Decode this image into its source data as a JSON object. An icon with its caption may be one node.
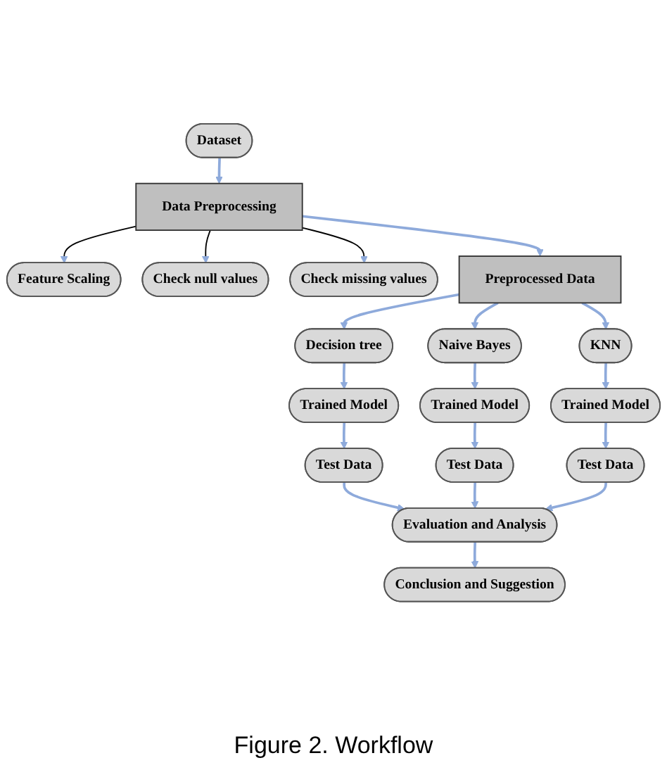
{
  "diagram": {
    "caption": "Figure 2. Workflow",
    "nodes": [
      {
        "text": [
          "Dataset"
        ]
      },
      {
        "text": [
          "Data Preprocessing"
        ]
      },
      {
        "text": [
          "Feature Scaling"
        ]
      },
      {
        "text": [
          "Check null values"
        ]
      },
      {
        "text": [
          "Check missing values"
        ]
      },
      {
        "text": [
          "Preprocessed Data"
        ]
      },
      {
        "text": [
          "Decision tree"
        ]
      },
      {
        "text": [
          "Naive Bayes"
        ]
      },
      {
        "text": [
          "KNN"
        ]
      },
      {
        "text": [
          "Trained Model"
        ]
      },
      {
        "text": [
          "Trained Model"
        ]
      },
      {
        "text": [
          "Trained Model"
        ]
      },
      {
        "text": [
          "Test Data"
        ]
      },
      {
        "text": [
          "Test Data"
        ]
      },
      {
        "text": [
          "Test Data"
        ]
      },
      {
        "text": [
          "Evaluation and Analysis"
        ]
      },
      {
        "text": [
          "Conclusion and Suggestion"
        ]
      }
    ],
    "edges": [
      {
        "from": 0,
        "to": 1,
        "arrow": "to"
      },
      {
        "from": 1,
        "to": 2,
        "arrow": "to",
        "color": "#000000"
      },
      {
        "from": 1,
        "to": 3,
        "arrow": "to",
        "color": "#000000"
      },
      {
        "from": 1,
        "to": 4,
        "arrow": "to",
        "color": "#000000"
      },
      {
        "from": 1,
        "to": 5,
        "arrow": "to"
      },
      {
        "from": 5,
        "to": 6,
        "arrow": "to"
      },
      {
        "from": 5,
        "to": 7,
        "arrow": "to"
      },
      {
        "from": 5,
        "to": 8,
        "arrow": "to"
      },
      {
        "from": 6,
        "to": 9,
        "arrow": "to"
      },
      {
        "from": 7,
        "to": 10,
        "arrow": "to"
      },
      {
        "from": 8,
        "to": 11,
        "arrow": "to"
      },
      {
        "from": 9,
        "to": 12,
        "arrow": "to"
      },
      {
        "from": 10,
        "to": 13,
        "arrow": "to"
      },
      {
        "from": 11,
        "to": 14,
        "arrow": "to"
      },
      {
        "from": 12,
        "to": 15,
        "arrow": "to"
      },
      {
        "from": 13,
        "to": 15,
        "arrow": "to"
      },
      {
        "from": 14,
        "to": 15,
        "arrow": "to"
      },
      {
        "from": 15,
        "to": 16,
        "arrow": "to"
      }
    ]
  }
}
